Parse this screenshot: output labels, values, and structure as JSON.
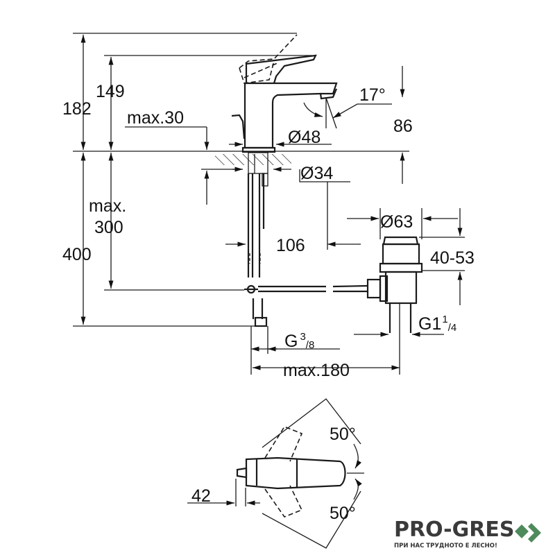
{
  "dimensions": {
    "height_total": "182",
    "height_spout": "149",
    "max_counter": "max.30",
    "dia_base": "Ø48",
    "angle_spout": "17°",
    "spout_height": "86",
    "dia_hole": "Ø34",
    "max_hose": "max.",
    "max_hose_value": "300",
    "height_below": "400",
    "reach_106": "106",
    "dia_drain": "Ø63",
    "drain_range": "40-53",
    "connection_g": "G",
    "connection_g_sup": "3",
    "connection_g_sub": "/8",
    "drain_thread": "G1",
    "drain_thread_sup": "1",
    "drain_thread_sub": "/4",
    "max_180": "max.180",
    "angle_top": "50°",
    "angle_bottom": "50°",
    "lever_42": "42"
  },
  "logo": {
    "name": "PRO-GRES",
    "tagline": "ПРИ НАС ТРУДНОТО Е ЛЕСНО!",
    "color": "#4e8a5c"
  }
}
